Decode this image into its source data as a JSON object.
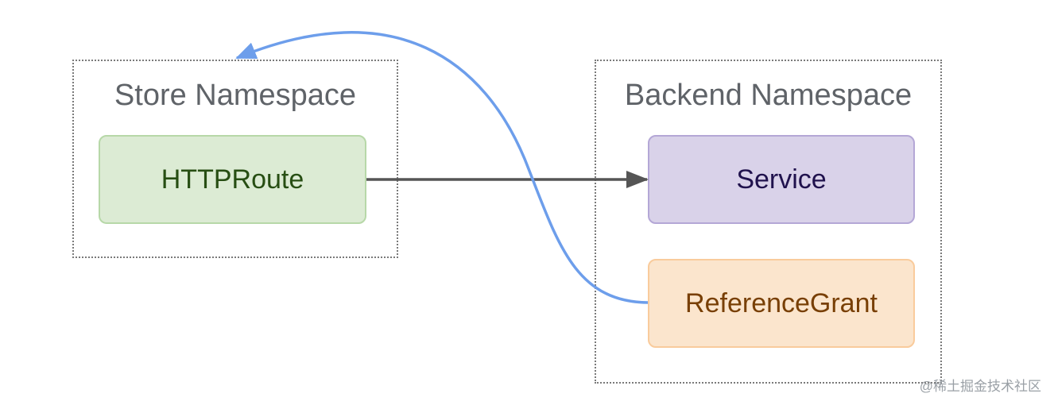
{
  "namespaces": {
    "store": {
      "title": "Store Namespace"
    },
    "backend": {
      "title": "Backend Namespace"
    }
  },
  "nodes": {
    "httproute": {
      "label": "HTTPRoute"
    },
    "service": {
      "label": "Service"
    },
    "referencegrant": {
      "label": "ReferenceGrant"
    }
  },
  "edges": [
    {
      "from": "HTTPRoute",
      "to": "Service",
      "color": "#555555"
    },
    {
      "from": "ReferenceGrant",
      "to": "Store Namespace",
      "color": "#6d9eeb"
    }
  ],
  "colors": {
    "httproute_fill": "#dcebd4",
    "service_fill": "#d9d2e9",
    "referencegrant_fill": "#fbe5cd",
    "namespace_border": "#7a7a7a"
  },
  "watermark": {
    "text": "@稀土掘金技术社区"
  }
}
